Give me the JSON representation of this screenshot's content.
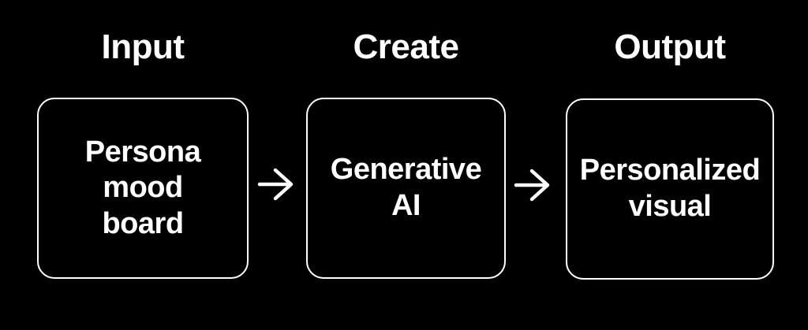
{
  "diagram": {
    "colors": {
      "background": "#000000",
      "foreground": "#ffffff"
    },
    "arrow_icon": "right-arrow",
    "stages": [
      {
        "label": "Input",
        "box_text": "Persona\nmood\nboard"
      },
      {
        "label": "Create",
        "box_text": "Generative\nAI"
      },
      {
        "label": "Output",
        "box_text": "Personalized\nvisual"
      }
    ]
  }
}
